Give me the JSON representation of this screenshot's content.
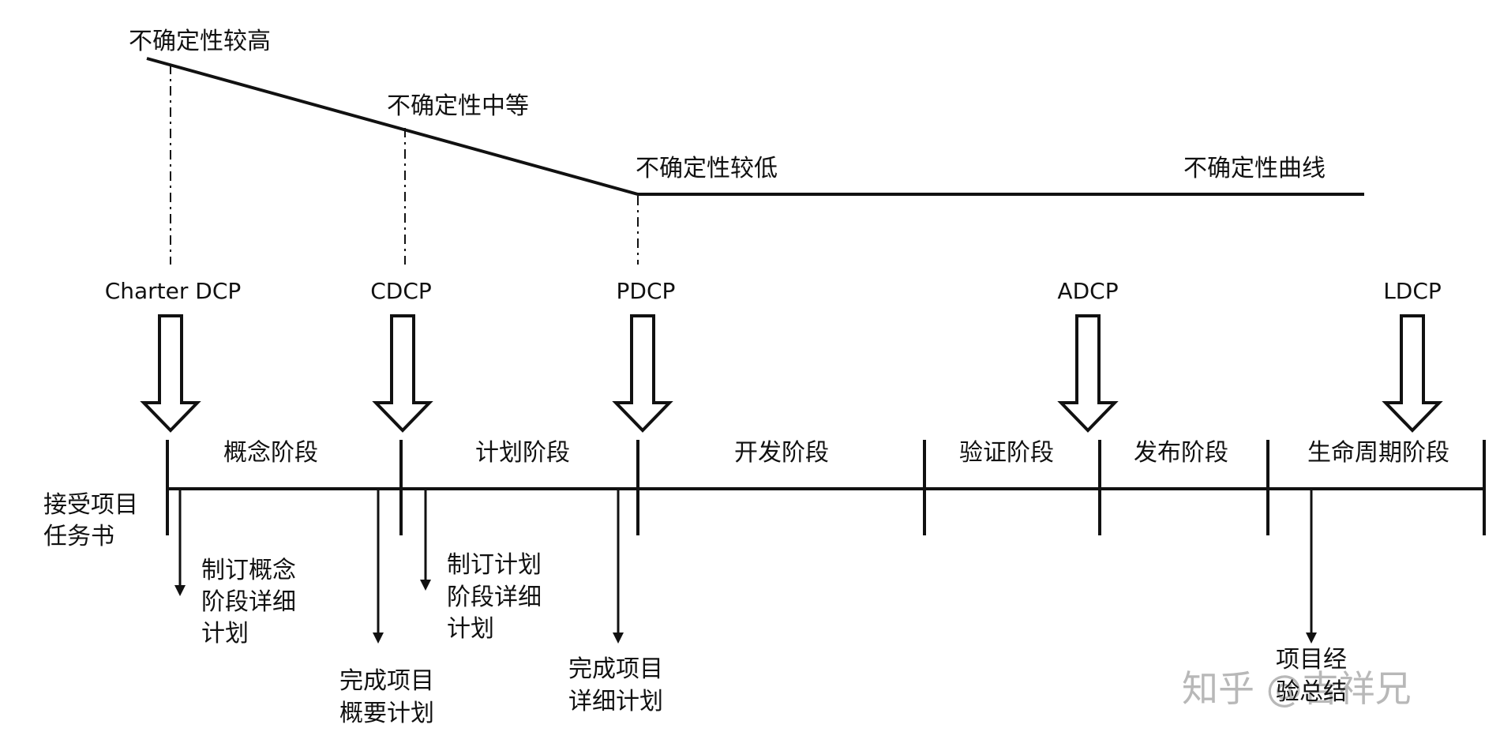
{
  "uncertainty": {
    "high": "不确定性较高",
    "medium": "不确定性中等",
    "low": "不确定性较低",
    "curve": "不确定性曲线"
  },
  "decision_points": [
    "Charter DCP",
    "CDCP",
    "PDCP",
    "ADCP",
    "LDCP"
  ],
  "phases": [
    "概念阶段",
    "计划阶段",
    "开发阶段",
    "验证阶段",
    "发布阶段",
    "生命周期阶段"
  ],
  "tasks": {
    "receive_task": [
      "接受项目",
      "任务书"
    ],
    "concept_plan": [
      "制订概念",
      "阶段详细",
      "计划"
    ],
    "plan_phase_plan": [
      "制订计划",
      "阶段详细",
      "计划"
    ],
    "complete_overview": [
      "完成项目",
      "概要计划"
    ],
    "complete_detail": [
      "完成项目",
      "详细计划"
    ],
    "summary": [
      "项目经",
      "验总结"
    ]
  },
  "watermark": "知乎 @吉祥兄"
}
